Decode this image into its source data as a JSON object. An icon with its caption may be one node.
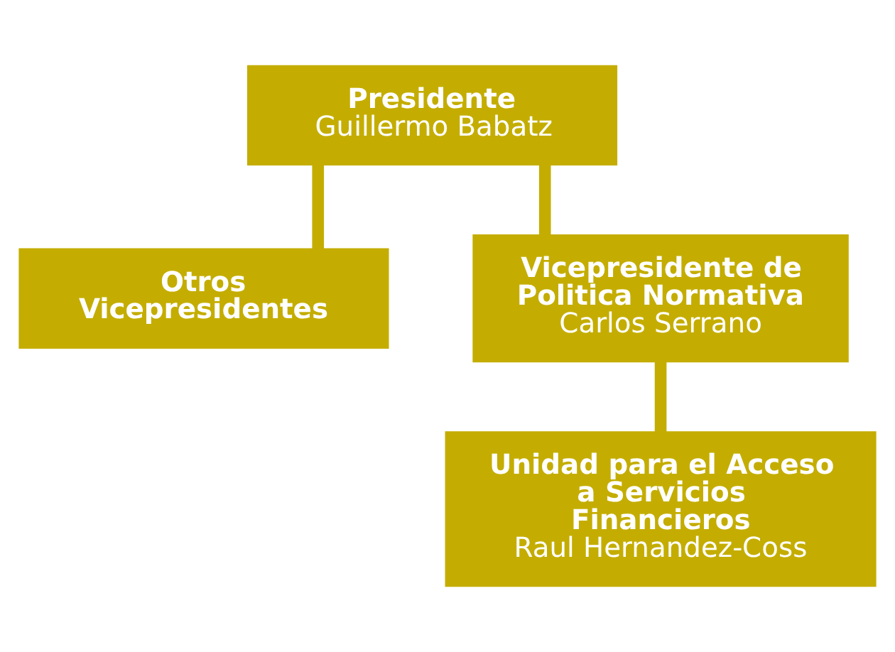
{
  "diagram": {
    "nodes": [
      {
        "text": [
          "Presidente",
          "Guillermo Babatz"
        ]
      },
      {
        "text": [
          "Otros Vicepresidentes"
        ]
      },
      {
        "text": [
          "Vicepresidente de Politica Normativa",
          "Carlos Serrano"
        ]
      },
      {
        "text": [
          "Unidad para el Acceso a Servicios Financieros",
          "Raul Hernandez-Coss"
        ]
      }
    ],
    "edges": [
      {
        "from": 0,
        "to": 1,
        "arrow": "none"
      },
      {
        "from": 0,
        "to": 2,
        "arrow": "none"
      },
      {
        "from": 2,
        "to": 3,
        "arrow": "none"
      }
    ]
  }
}
